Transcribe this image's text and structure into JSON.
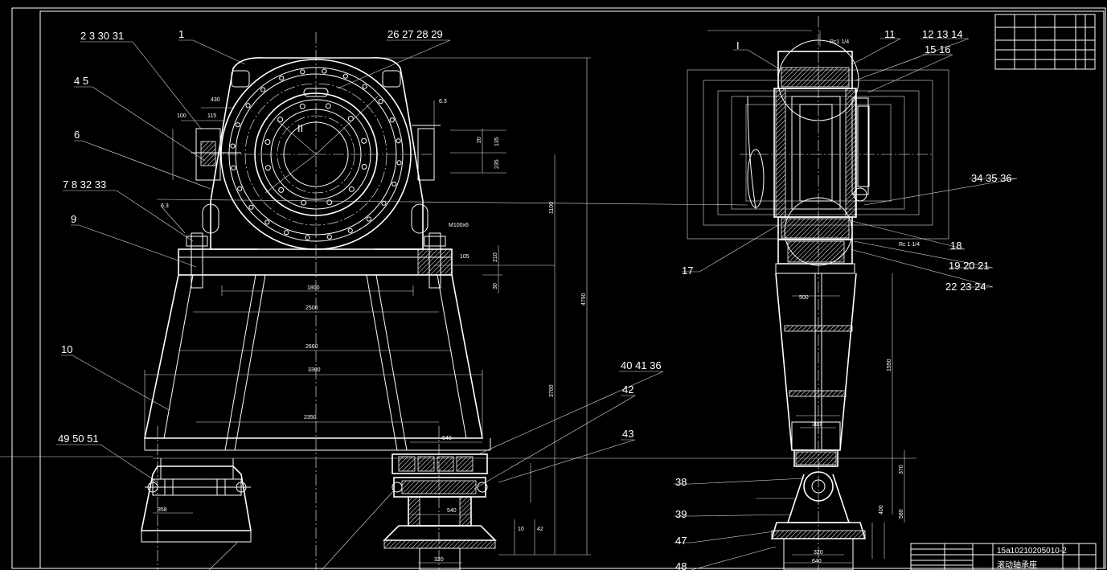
{
  "drawing": {
    "number": "15a10210205010-2",
    "name": "滚动轴承座"
  },
  "balloons": {
    "b1": "1",
    "b2": "2 3 30 31",
    "b3": "26 27 28 29",
    "b4": "4 5",
    "b5": "6",
    "b6": "7 8 32 33",
    "b7": "9",
    "b8": "10",
    "b9": "40 41 36",
    "b10": "42",
    "b11": "43",
    "b12": "49 50 51",
    "b13": "I",
    "b14": "11",
    "b15": "12 13 14",
    "b16": "15 16",
    "b17": "34 35 36",
    "b18": "18",
    "b19": "17",
    "b20": "19 20 21",
    "b21": "22 23 24",
    "b22": "38",
    "b23": "39",
    "b24": "47",
    "b25": "48"
  },
  "dims": {
    "d1800": "1800",
    "d2500": "2500",
    "d2660": "2660",
    "d3300": "3300",
    "d2350": "2350",
    "d640": "640",
    "d1100": "1100",
    "d4790": "4790",
    "d3700": "3700",
    "d105": "105",
    "d210": "210",
    "d30": "30",
    "d20": "20",
    "d135": "135",
    "d235": "235",
    "d100": "100",
    "d115": "115",
    "d430": "430",
    "d858": "858",
    "d540": "540",
    "d320": "320",
    "d640b": "640",
    "d500": "500",
    "d380": "380",
    "d1550": "1550",
    "d370": "370",
    "d580": "580",
    "d400": "400",
    "rc1": "Rc1 1/4",
    "rc2": "Rc 1 1/4",
    "rough1": "6.3",
    "rough2": "6.3",
    "nut": "M100x6",
    "roman": "II",
    "d42": "42",
    "d10": "10"
  }
}
